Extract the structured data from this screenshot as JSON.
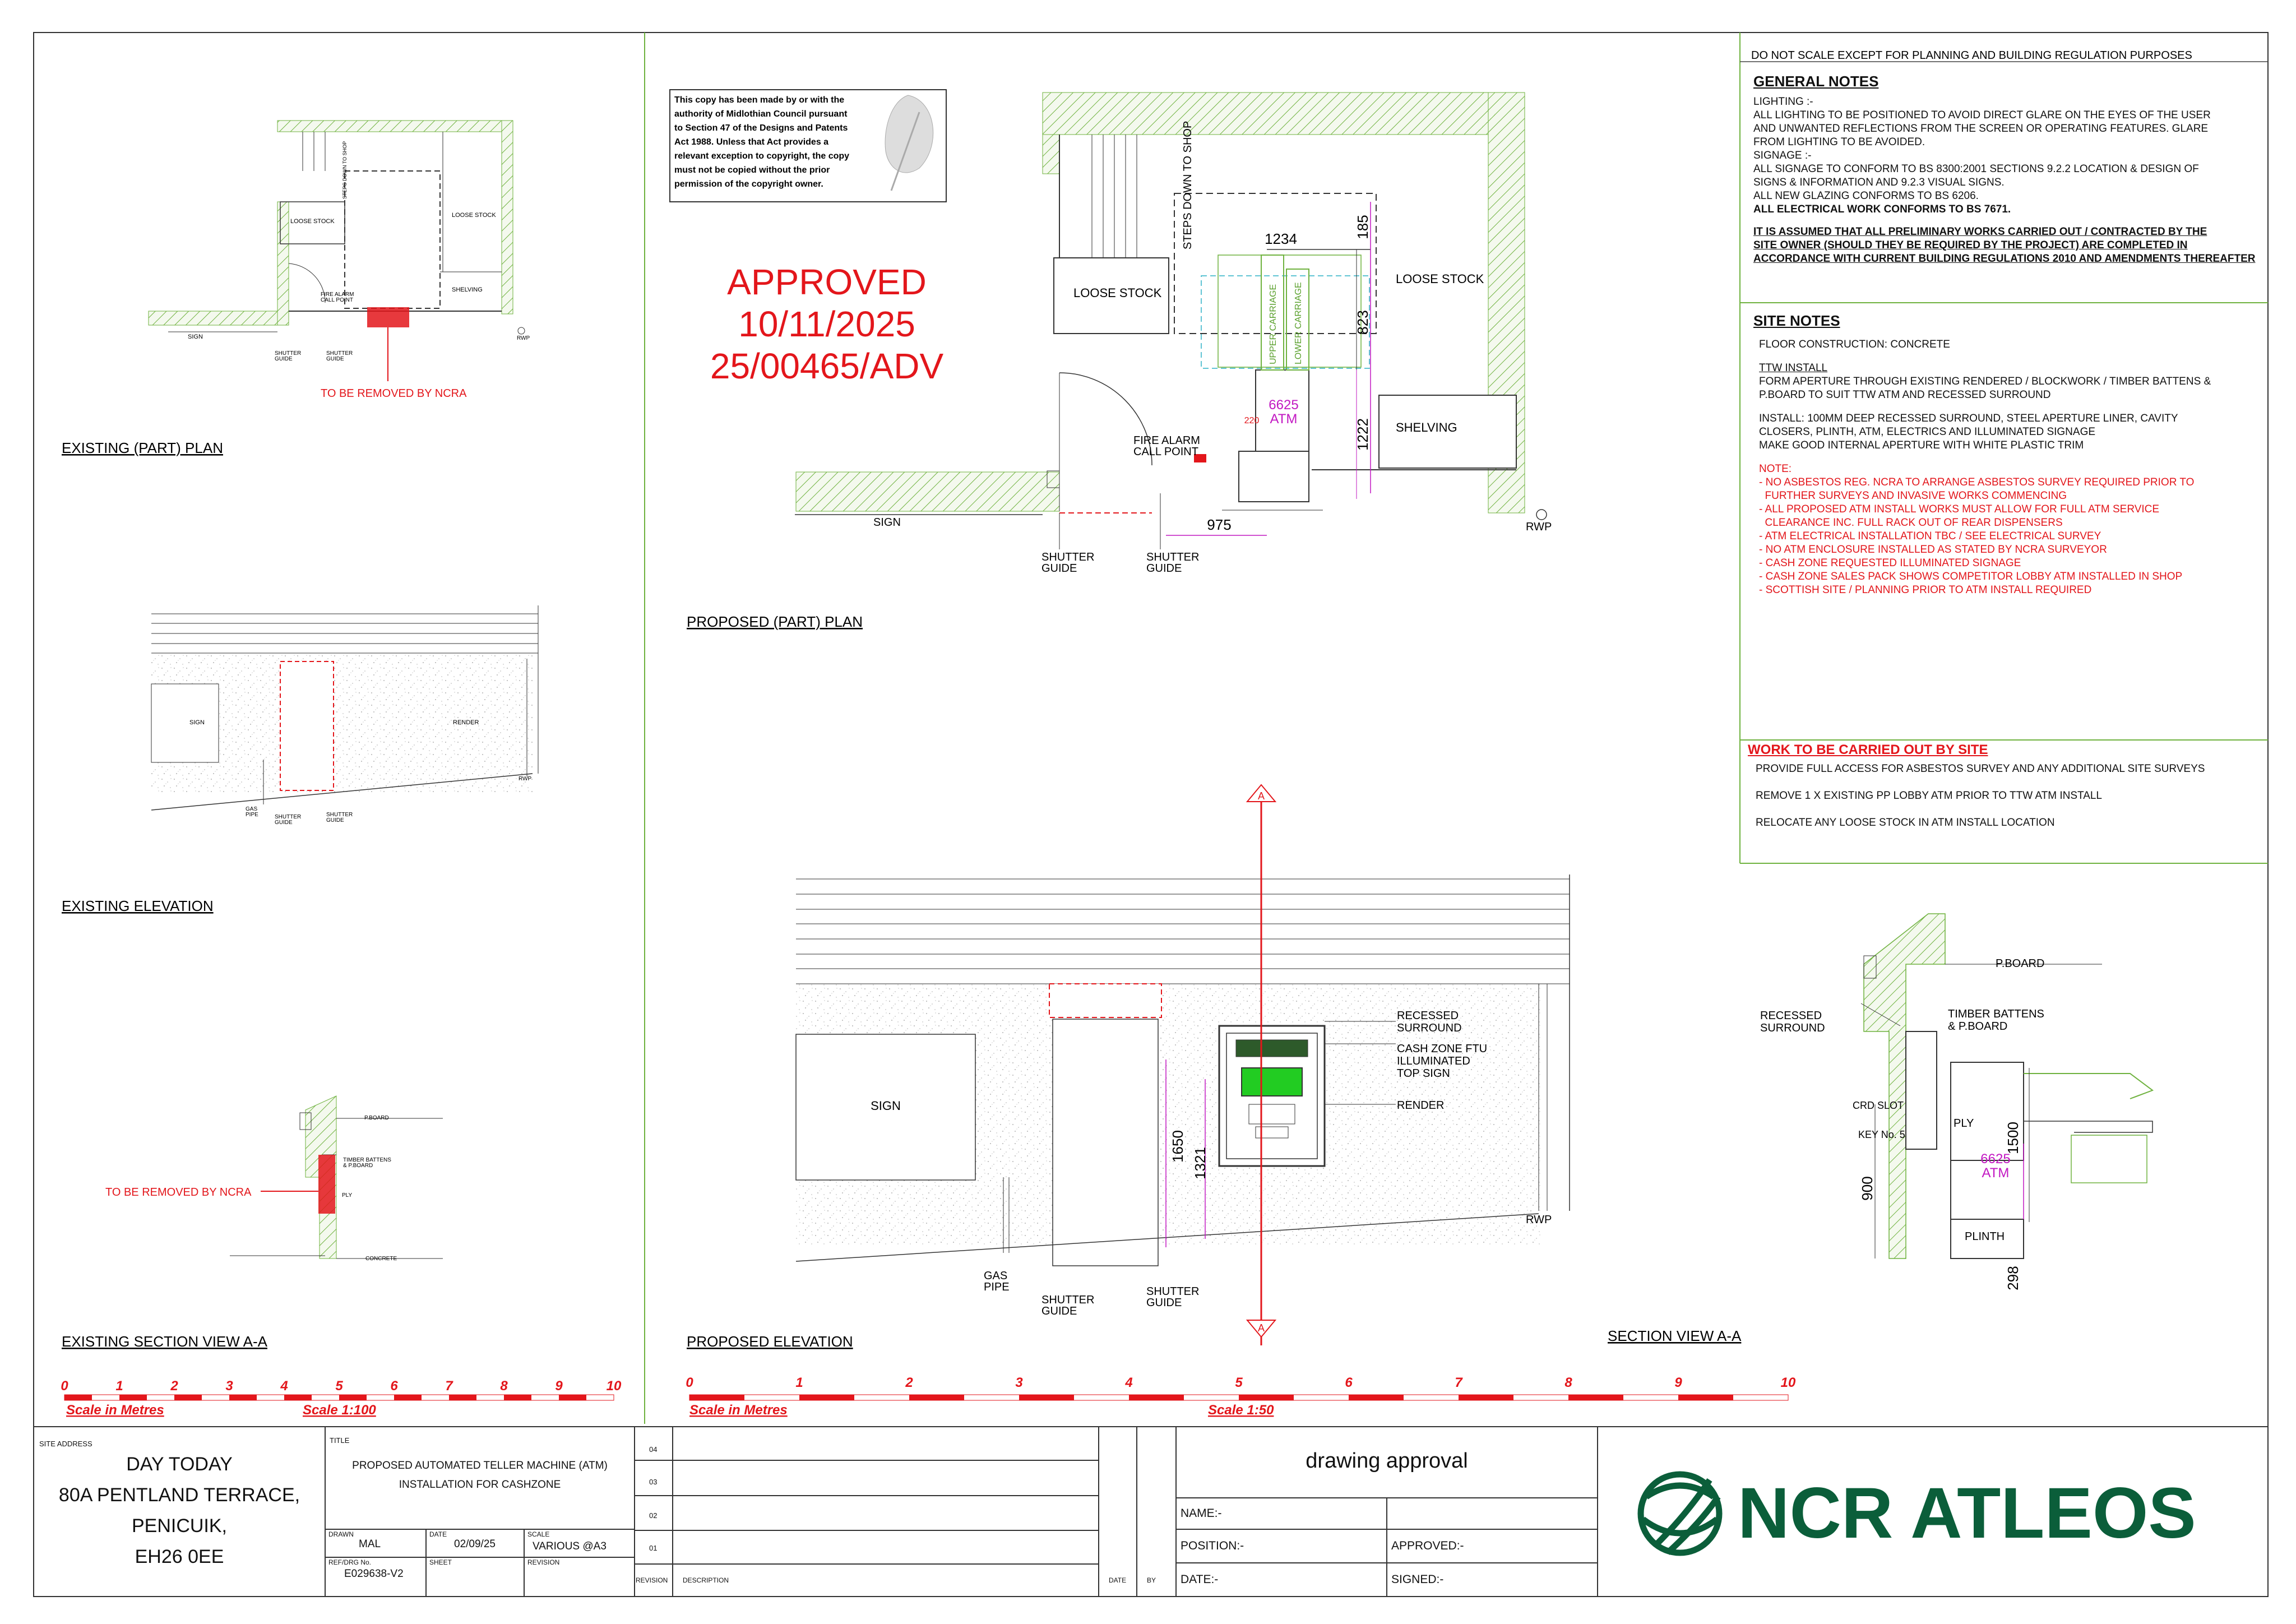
{
  "header_note": "DO NOT SCALE EXCEPT FOR PLANNING AND BUILDING REGULATION PURPOSES",
  "general_notes": {
    "title": "GENERAL NOTES",
    "lines": [
      "LIGHTING :-",
      "ALL LIGHTING TO BE POSITIONED TO AVOID DIRECT GLARE ON THE EYES OF THE USER",
      "AND UNWANTED REFLECTIONS FROM THE SCREEN OR OPERATING FEATURES. GLARE",
      "FROM  LIGHTING TO BE AVOIDED.",
      "SIGNAGE :-",
      "ALL SIGNAGE TO CONFORM TO BS 8300:2001 SECTIONS 9.2.2 LOCATION & DESIGN OF",
      "SIGNS & INFORMATION AND 9.2.3 VISUAL SIGNS.",
      "ALL NEW GLAZING CONFORMS  TO BS 6206."
    ],
    "bold_line": "ALL ELECTRICAL WORK CONFORMS  TO BS 7671.",
    "assumption": [
      "IT IS ASSUMED THAT ALL PRELIMINARY WORKS CARRIED OUT / CONTRACTED BY THE",
      "SITE OWNER (SHOULD THEY BE REQUIRED BY THE PROJECT) ARE COMPLETED IN",
      "ACCORDANCE WITH CURRENT BUILDING REGULATIONS 2010 AND AMENDMENTS THEREAFTER"
    ]
  },
  "site_notes": {
    "title": "SITE NOTES",
    "floor": "FLOOR CONSTRUCTION:  CONCRETE",
    "ttw_title": "TTW INSTALL",
    "ttw_lines": [
      "FORM APERTURE THROUGH EXISTING RENDERED / BLOCKWORK / TIMBER BATTENS &",
      "P.BOARD TO SUIT TTW ATM AND RECESSED SURROUND"
    ],
    "install_lines": [
      "INSTALL:  100MM DEEP RECESSED SURROUND, STEEL APERTURE LINER, CAVITY",
      "CLOSERS, PLINTH, ATM, ELECTRICS AND ILLUMINATED SIGNAGE",
      "MAKE GOOD INTERNAL APERTURE WITH WHITE PLASTIC TRIM"
    ],
    "note_title": "NOTE:",
    "note_lines": [
      "- NO ASBESTOS REG. NCRA TO ARRANGE ASBESTOS SURVEY REQUIRED PRIOR TO",
      "  FURTHER SURVEYS AND INVASIVE WORKS COMMENCING",
      "- ALL PROPOSED ATM INSTALL WORKS MUST ALLOW FOR FULL ATM SERVICE",
      "  CLEARANCE INC. FULL RACK OUT OF REAR DISPENSERS",
      "- ATM ELECTRICAL INSTALLATION TBC / SEE ELECTRICAL SURVEY",
      "- NO ATM ENCLOSURE INSTALLED AS STATED BY NCRA SURVEYOR",
      "- CASH ZONE REQUESTED ILLUMINATED SIGNAGE",
      "- CASH ZONE SALES PACK SHOWS COMPETITOR LOBBY ATM INSTALLED IN SHOP",
      "- SCOTTISH SITE / PLANNING PRIOR TO ATM INSTALL REQUIRED"
    ]
  },
  "site_work": {
    "title": "WORK TO BE CARRIED OUT BY SITE",
    "items": [
      "PROVIDE FULL ACCESS FOR ASBESTOS SURVEY AND ANY ADDITIONAL SITE SURVEYS",
      "REMOVE 1 X EXISTING PP LOBBY ATM PRIOR TO TTW ATM INSTALL",
      "RELOCATE ANY LOOSE STOCK IN ATM INSTALL LOCATION"
    ]
  },
  "copyright": [
    "This copy has been made by or with the",
    "authority of Midlothian Council pursuant",
    "to Section 47 of the Designs and Patents",
    "Act 1988. Unless that Act provides a",
    "relevant exception to copyright, the copy",
    "must not be copied without the prior",
    "permission of the copyright owner."
  ],
  "approval_stamp": [
    "APPROVED",
    "10/11/2025",
    "25/00465/ADV"
  ],
  "views": {
    "existing_plan": "EXISTING (PART) PLAN",
    "proposed_plan": "PROPOSED (PART) PLAN",
    "existing_elevation": "EXISTING ELEVATION",
    "proposed_elevation": "PROPOSED ELEVATION",
    "existing_section": "EXISTING SECTION VIEW A-A",
    "section": "SECTION VIEW A-A"
  },
  "labels": {
    "loose_stock": "LOOSE STOCK",
    "shelving": "SHELVING",
    "steps_down": "STEPS DOWN TO SHOP",
    "fire_alarm": [
      "FIRE ALARM",
      "CALL POINT"
    ],
    "sign": "SIGN",
    "rwp": "RWP",
    "shutter_guide": [
      "SHUTTER",
      "GUIDE"
    ],
    "gas_pipe": [
      "GAS",
      "PIPE"
    ],
    "render": "RENDER",
    "to_be_removed": "TO BE REMOVED BY NCRA",
    "atm_model": "6625",
    "atm": "ATM",
    "upper_carriage": "UPPER CARRIAGE",
    "lower_carriage": "LOWER CARRIAGE",
    "recessed_surround": [
      "RECESSED",
      "SURROUND"
    ],
    "cash_zone": [
      "CASH ZONE FTU",
      "ILLUMINATED",
      "TOP SIGN"
    ],
    "pboard": "P.BOARD",
    "timber_battens": [
      "TIMBER BATTENS",
      "& P.BOARD"
    ],
    "crd_slot": "CRD SLOT",
    "key_no": "KEY No. 5",
    "ply": "PLY",
    "plinth": "PLINTH",
    "concrete": "CONCRETE",
    "section_marker": "A"
  },
  "dimensions": {
    "w1234": "1234",
    "d185": "185",
    "d823": "823",
    "d1222": "1222",
    "d975": "975",
    "d220": "220",
    "h1650": "1650",
    "h1321": "1321",
    "h1500": "1500",
    "h900": "900",
    "h298": "298"
  },
  "scale_bars": {
    "numbers": [
      "0",
      "1",
      "2",
      "3",
      "4",
      "5",
      "6",
      "7",
      "8",
      "9",
      "10"
    ],
    "caption": "Scale in Metres",
    "left_scale": "Scale 1:100",
    "right_scale": "Scale 1:50"
  },
  "title_block": {
    "site_address_label": "SITE ADDRESS",
    "site_address": [
      "DAY TODAY",
      "80A PENTLAND TERRACE,",
      "PENICUIK,",
      "EH26 0EE"
    ],
    "title_label": "TITLE",
    "title": [
      "PROPOSED AUTOMATED TELLER MACHINE (ATM)",
      "INSTALLATION FOR CASHZONE"
    ],
    "drawn_label": "DRAWN",
    "drawn": "MAL",
    "date_label": "DATE",
    "date": "02/09/25",
    "scale_label": "SCALE",
    "scale": "VARIOUS @A3",
    "ref_label": "REF/DRG No.",
    "ref": "E029638-V2",
    "sheet_label": "SHEET",
    "revision_label": "REVISION",
    "rev_numbers": [
      "04",
      "03",
      "02",
      "01"
    ],
    "rev_col_revision": "REVISION",
    "rev_col_description": "DESCRIPTION",
    "rev_col_date": "DATE",
    "rev_col_by": "BY",
    "approval_title": "drawing approval",
    "name": "NAME:-",
    "position": "POSITION:-",
    "approved": "APPROVED:-",
    "date_field": "DATE:-",
    "signed": "SIGNED:-",
    "logo_text": "NCR ATLEOS"
  },
  "colors": {
    "red": "#e3161b",
    "magenta": "#c218c2",
    "green": "#5aa02c",
    "logo_green": "#0b5e3a"
  }
}
